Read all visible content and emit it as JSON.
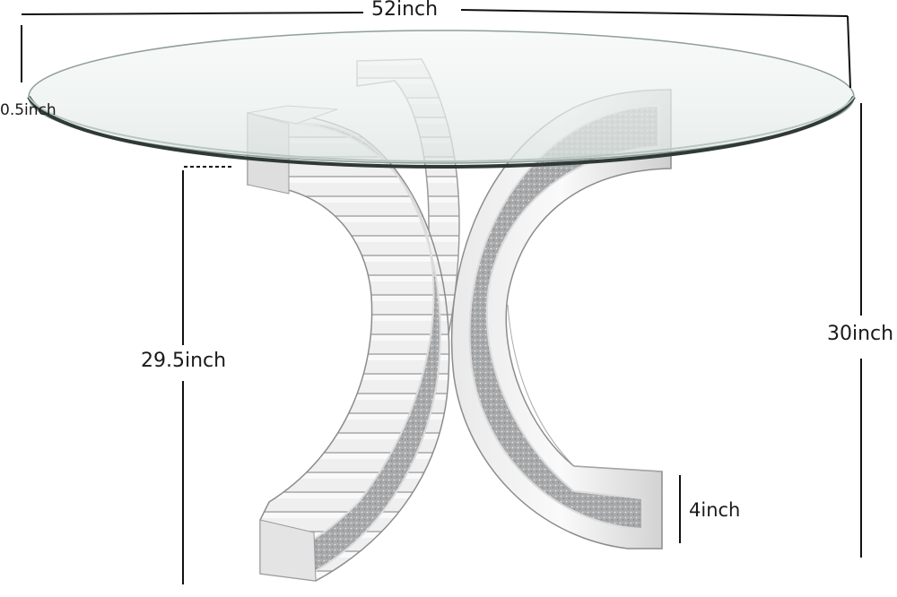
{
  "dimensions": {
    "width": "52inch",
    "thickness": "0.5inch",
    "total_height": "30inch",
    "leg_height": "29.5inch",
    "base_height": "4inch"
  },
  "colors": {
    "glass_fill": "#eef3f1",
    "glass_edge": "#8f9e99",
    "mirror_light": "#f4f4f4",
    "mirror_mid": "#c9c9c9",
    "mirror_dark": "#8a8a8a",
    "crystal_inlay": "#a9abad",
    "dimension_line": "#111111"
  }
}
